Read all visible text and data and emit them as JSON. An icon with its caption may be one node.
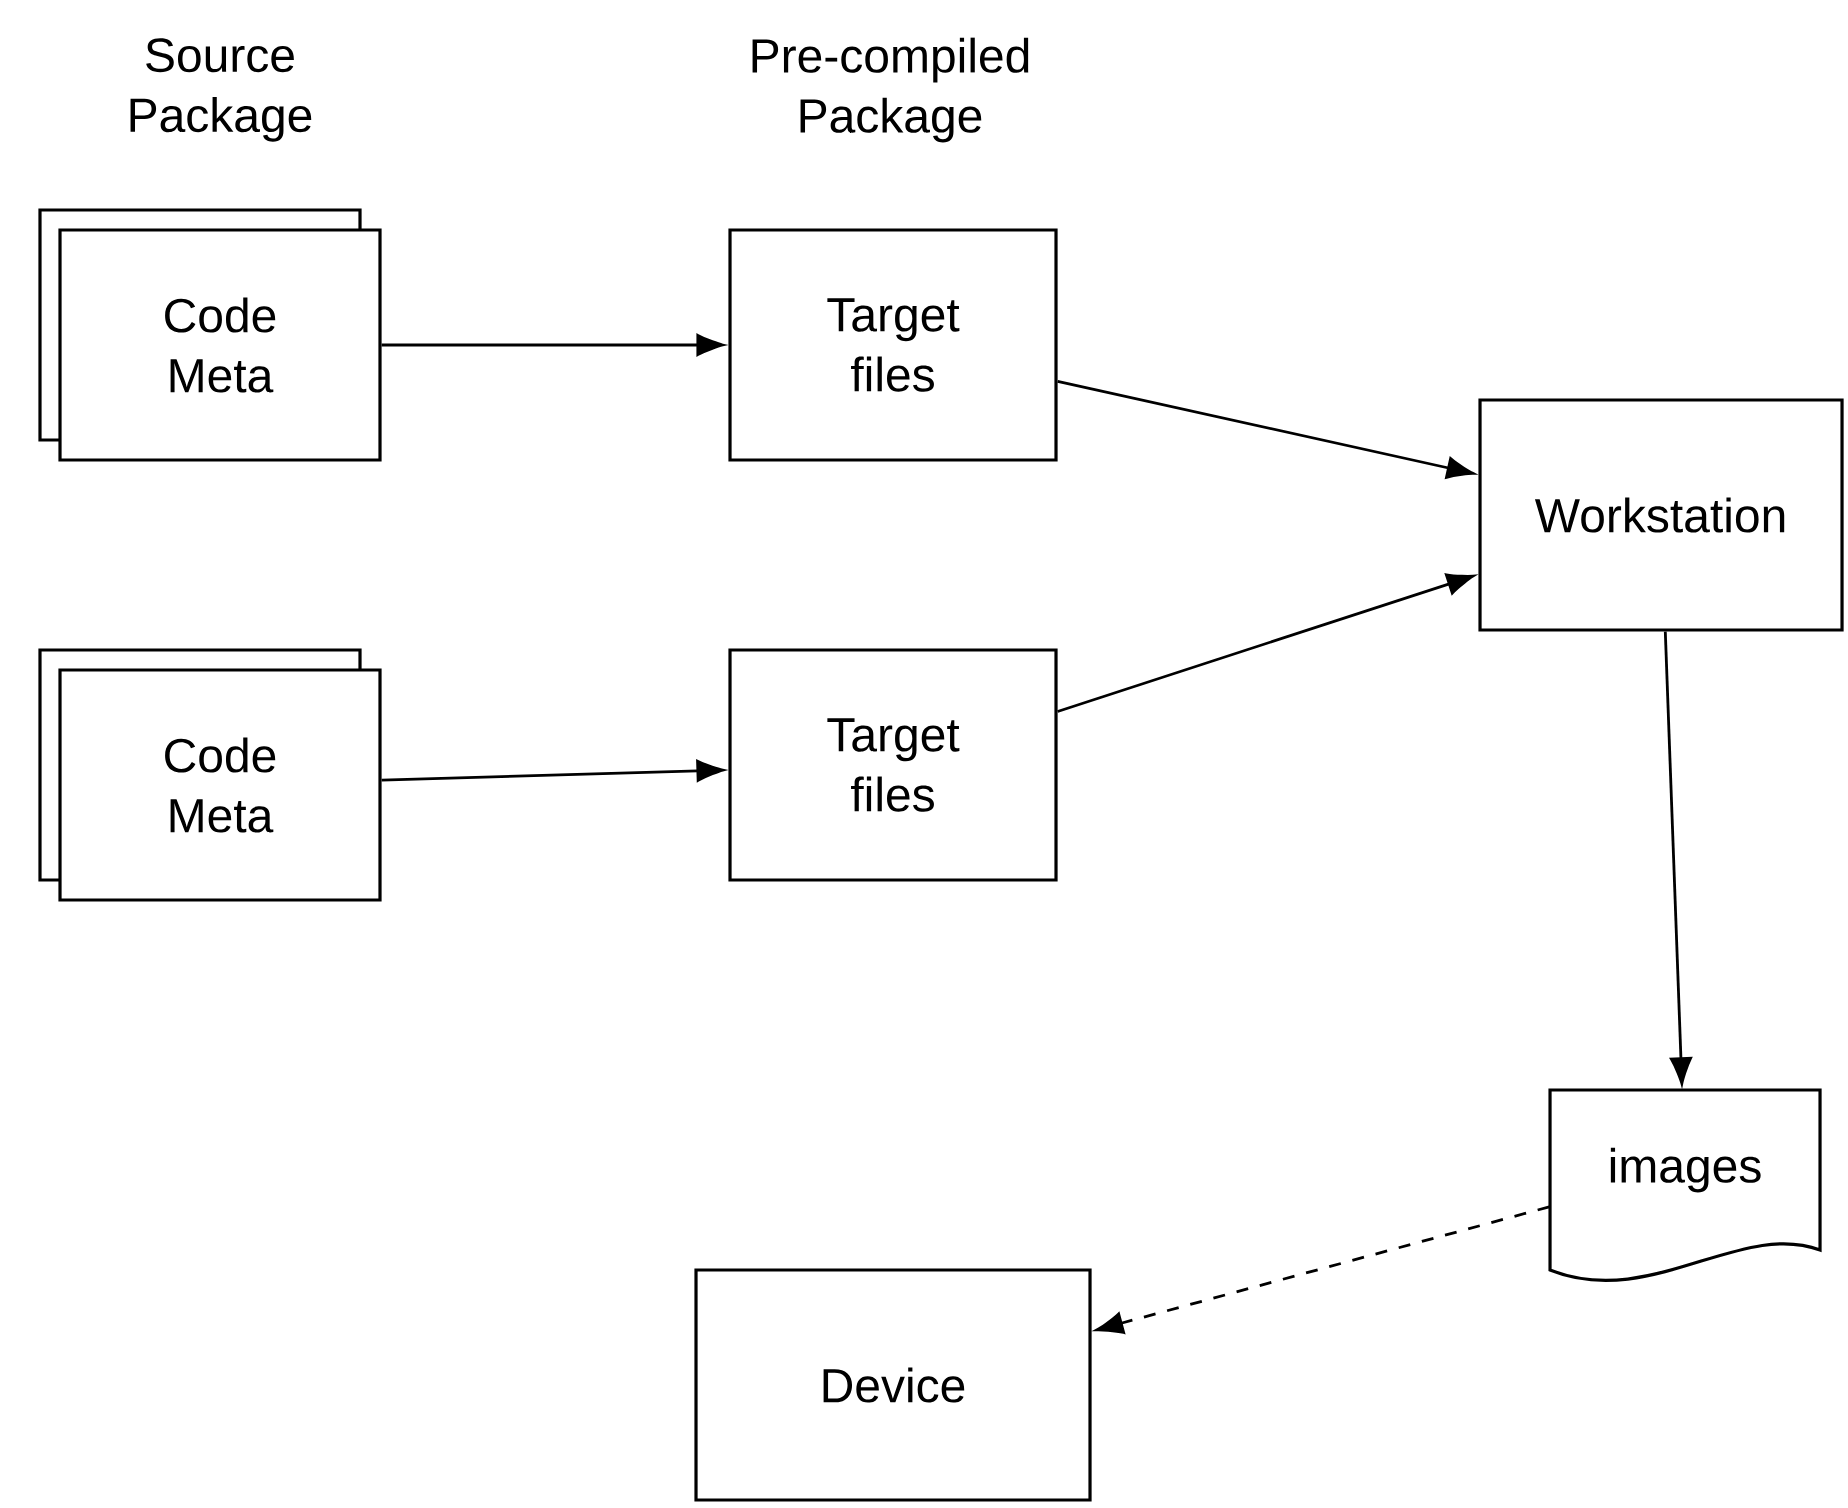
{
  "diagram": {
    "nodes": [
      {
        "text": [
          "Code Meta"
        ]
      },
      {
        "text": [
          "Target files"
        ]
      },
      {
        "text": [
          "Code Meta"
        ]
      },
      {
        "text": [
          "Target files"
        ]
      },
      {
        "text": [
          "Workstation"
        ]
      },
      {
        "text": [
          "images"
        ]
      },
      {
        "text": [
          "Device"
        ]
      }
    ],
    "edges": [
      {
        "from": 0,
        "to": 1,
        "arrow": "to"
      },
      {
        "from": 2,
        "to": 3,
        "arrow": "to"
      },
      {
        "from": 1,
        "to": 4,
        "arrow": "to"
      },
      {
        "from": 3,
        "to": 4,
        "arrow": "to"
      },
      {
        "from": 4,
        "to": 5,
        "arrow": "to"
      },
      {
        "from": 5,
        "to": 6,
        "arrow": "to",
        "style": "dashed"
      }
    ],
    "labels": [
      "Source Package",
      "Pre-compiled Package"
    ]
  }
}
